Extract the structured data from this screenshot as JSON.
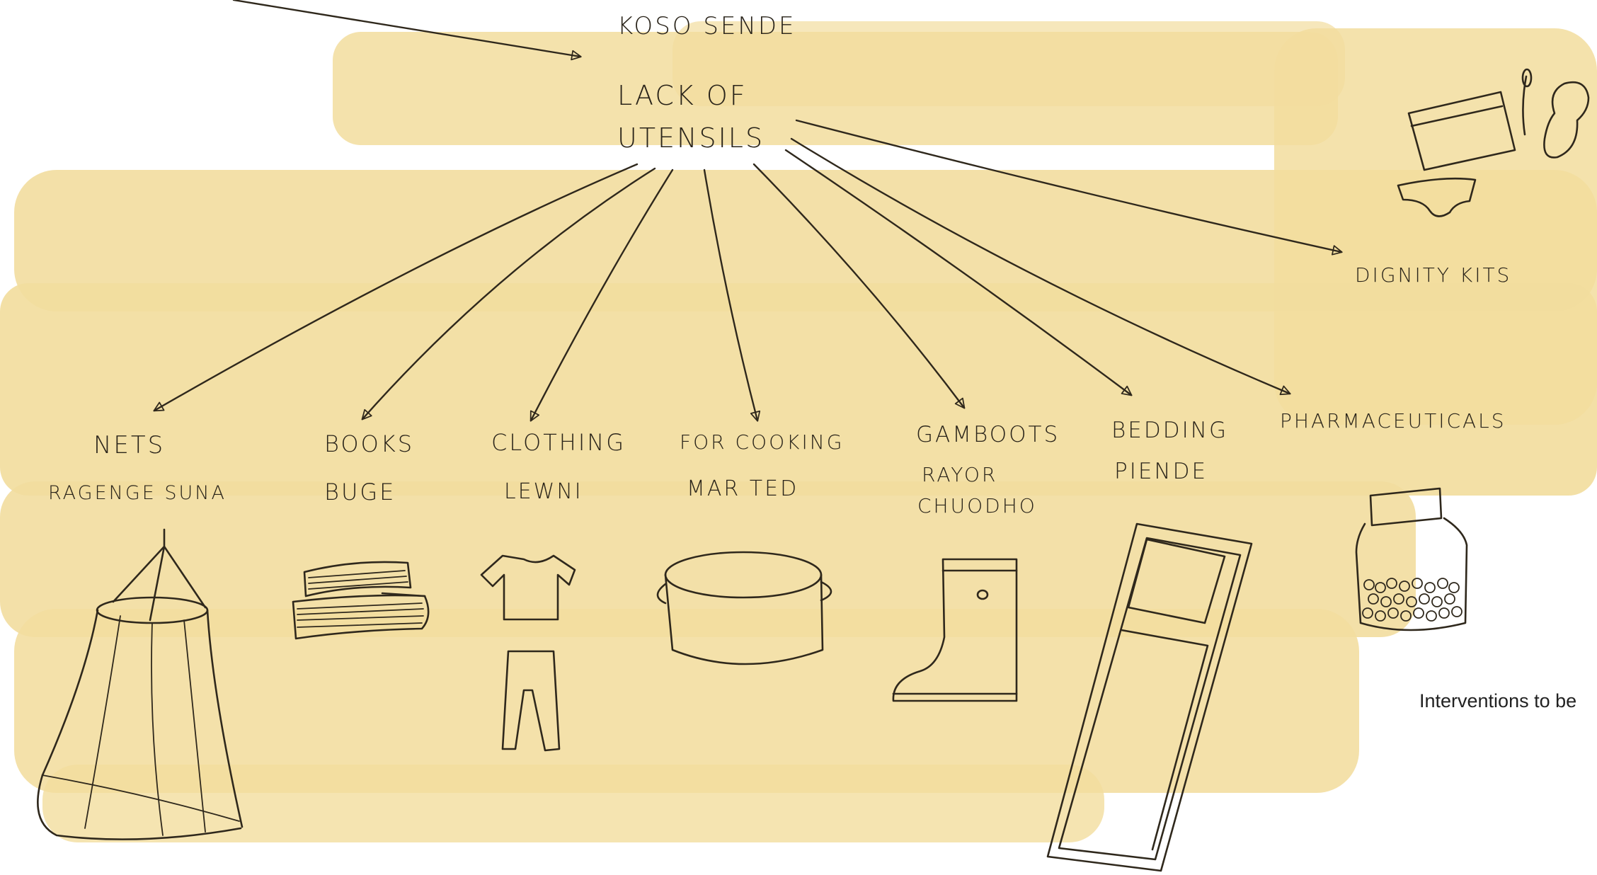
{
  "colors": {
    "wash": "#f2dd9e",
    "ink": "#2f281c",
    "background": "#ffffff"
  },
  "diagram": {
    "root": {
      "subtitle": "KOSO SENDE",
      "line1": "LACK OF",
      "line2": "UTENSILS"
    },
    "branches": [
      {
        "label": "NETS",
        "translation": "RAGENGE SUNA",
        "icon": "mosquito-net-icon"
      },
      {
        "label": "BOOKS",
        "translation": "BUGE",
        "icon": "books-icon"
      },
      {
        "label": "CLOTHING",
        "translation": "LEWNI",
        "icon": "clothes-icon"
      },
      {
        "label": "FOR COOKING",
        "translation": "MAR TED",
        "icon": "cooking-pot-icon"
      },
      {
        "label": "GAMBOOTS",
        "translation": "RAYOR CHUODHO",
        "icon": "gumboot-icon"
      },
      {
        "label": "BEDDING",
        "translation": "PIENDE",
        "icon": "mattress-icon"
      },
      {
        "label": "PHARMACEUTICALS",
        "translation": "",
        "icon": "medicine-jar-icon"
      },
      {
        "label": "DIGNITY KITS",
        "translation": "",
        "icon": "dignity-kit-icon"
      }
    ]
  },
  "caption": "Interventions to be"
}
